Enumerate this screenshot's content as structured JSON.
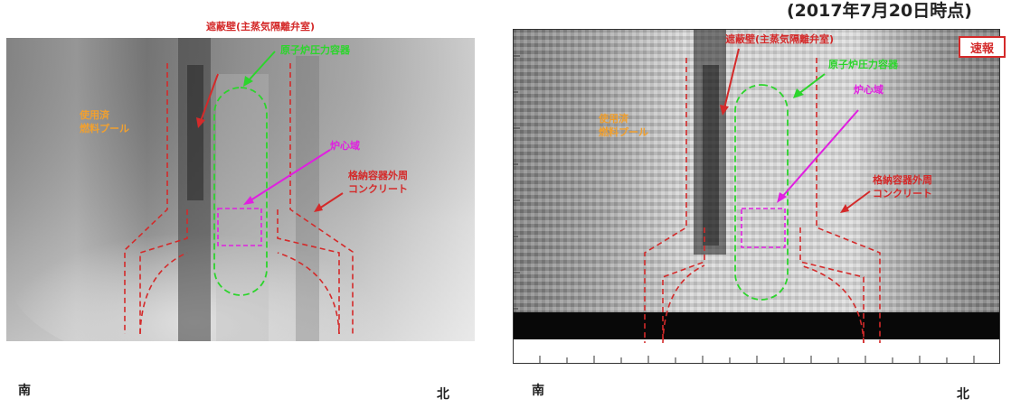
{
  "header": {
    "timestamp": "(2017年7月20日時点)"
  },
  "badge": {
    "label": "速報"
  },
  "colors": {
    "red": "#d42a2a",
    "green": "#2cd52c",
    "magenta": "#e020e0",
    "orange": "#f0a030"
  },
  "left_panel": {
    "labels": {
      "shield_wall": "遮蔽壁(主蒸気隔離弁室)",
      "pressure_vessel": "原子炉圧力容器",
      "core_region": "炉心域",
      "spent_fuel_pool_line1": "使用済",
      "spent_fuel_pool_line2": "燃料プール",
      "containment_line1": "格納容器外周",
      "containment_line2": "コンクリート"
    },
    "south": "南",
    "north": "北"
  },
  "right_panel": {
    "labels": {
      "shield_wall": "遮蔽壁(主蒸気隔離弁室)",
      "pressure_vessel": "原子炉圧力容器",
      "core_region": "炉心域",
      "spent_fuel_pool_line1": "使用済",
      "spent_fuel_pool_line2": "燃料プール",
      "containment_line1": "格納容器外周",
      "containment_line2": "コンクリート"
    },
    "south": "南",
    "north": "北"
  }
}
